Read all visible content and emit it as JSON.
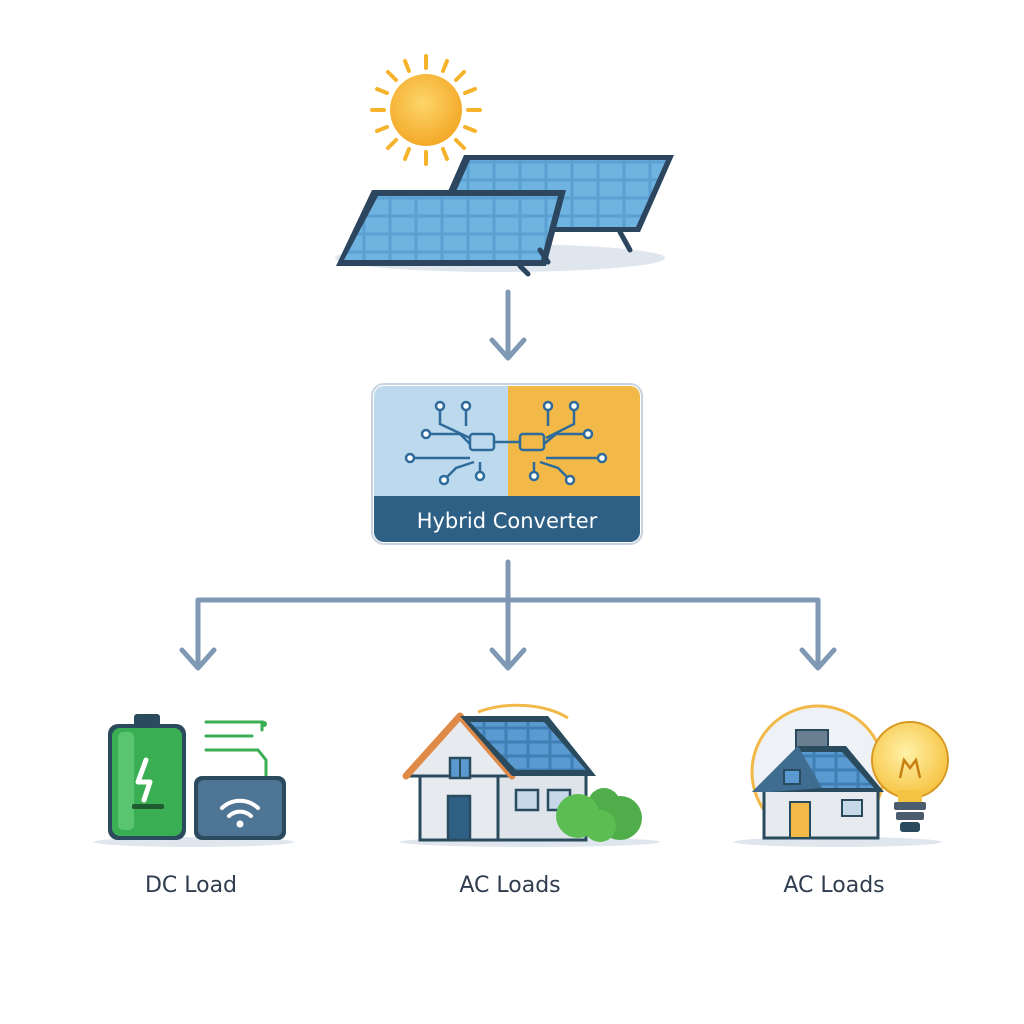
{
  "converter": {
    "label": "Hybrid Converter"
  },
  "outputs": [
    {
      "label": "DC Load"
    },
    {
      "label": "AC Loads"
    },
    {
      "label": "AC Loads"
    }
  ],
  "colors": {
    "arrow": "#7f98b3",
    "sun": "#f5b32b",
    "panel": "#5a9fd0",
    "panel_frame": "#2c4660",
    "converter_left": "#bcd9ee",
    "converter_right": "#f2b948",
    "converter_band": "#2e5f84",
    "battery": "#3aae53",
    "text": "#2f3d4f"
  }
}
